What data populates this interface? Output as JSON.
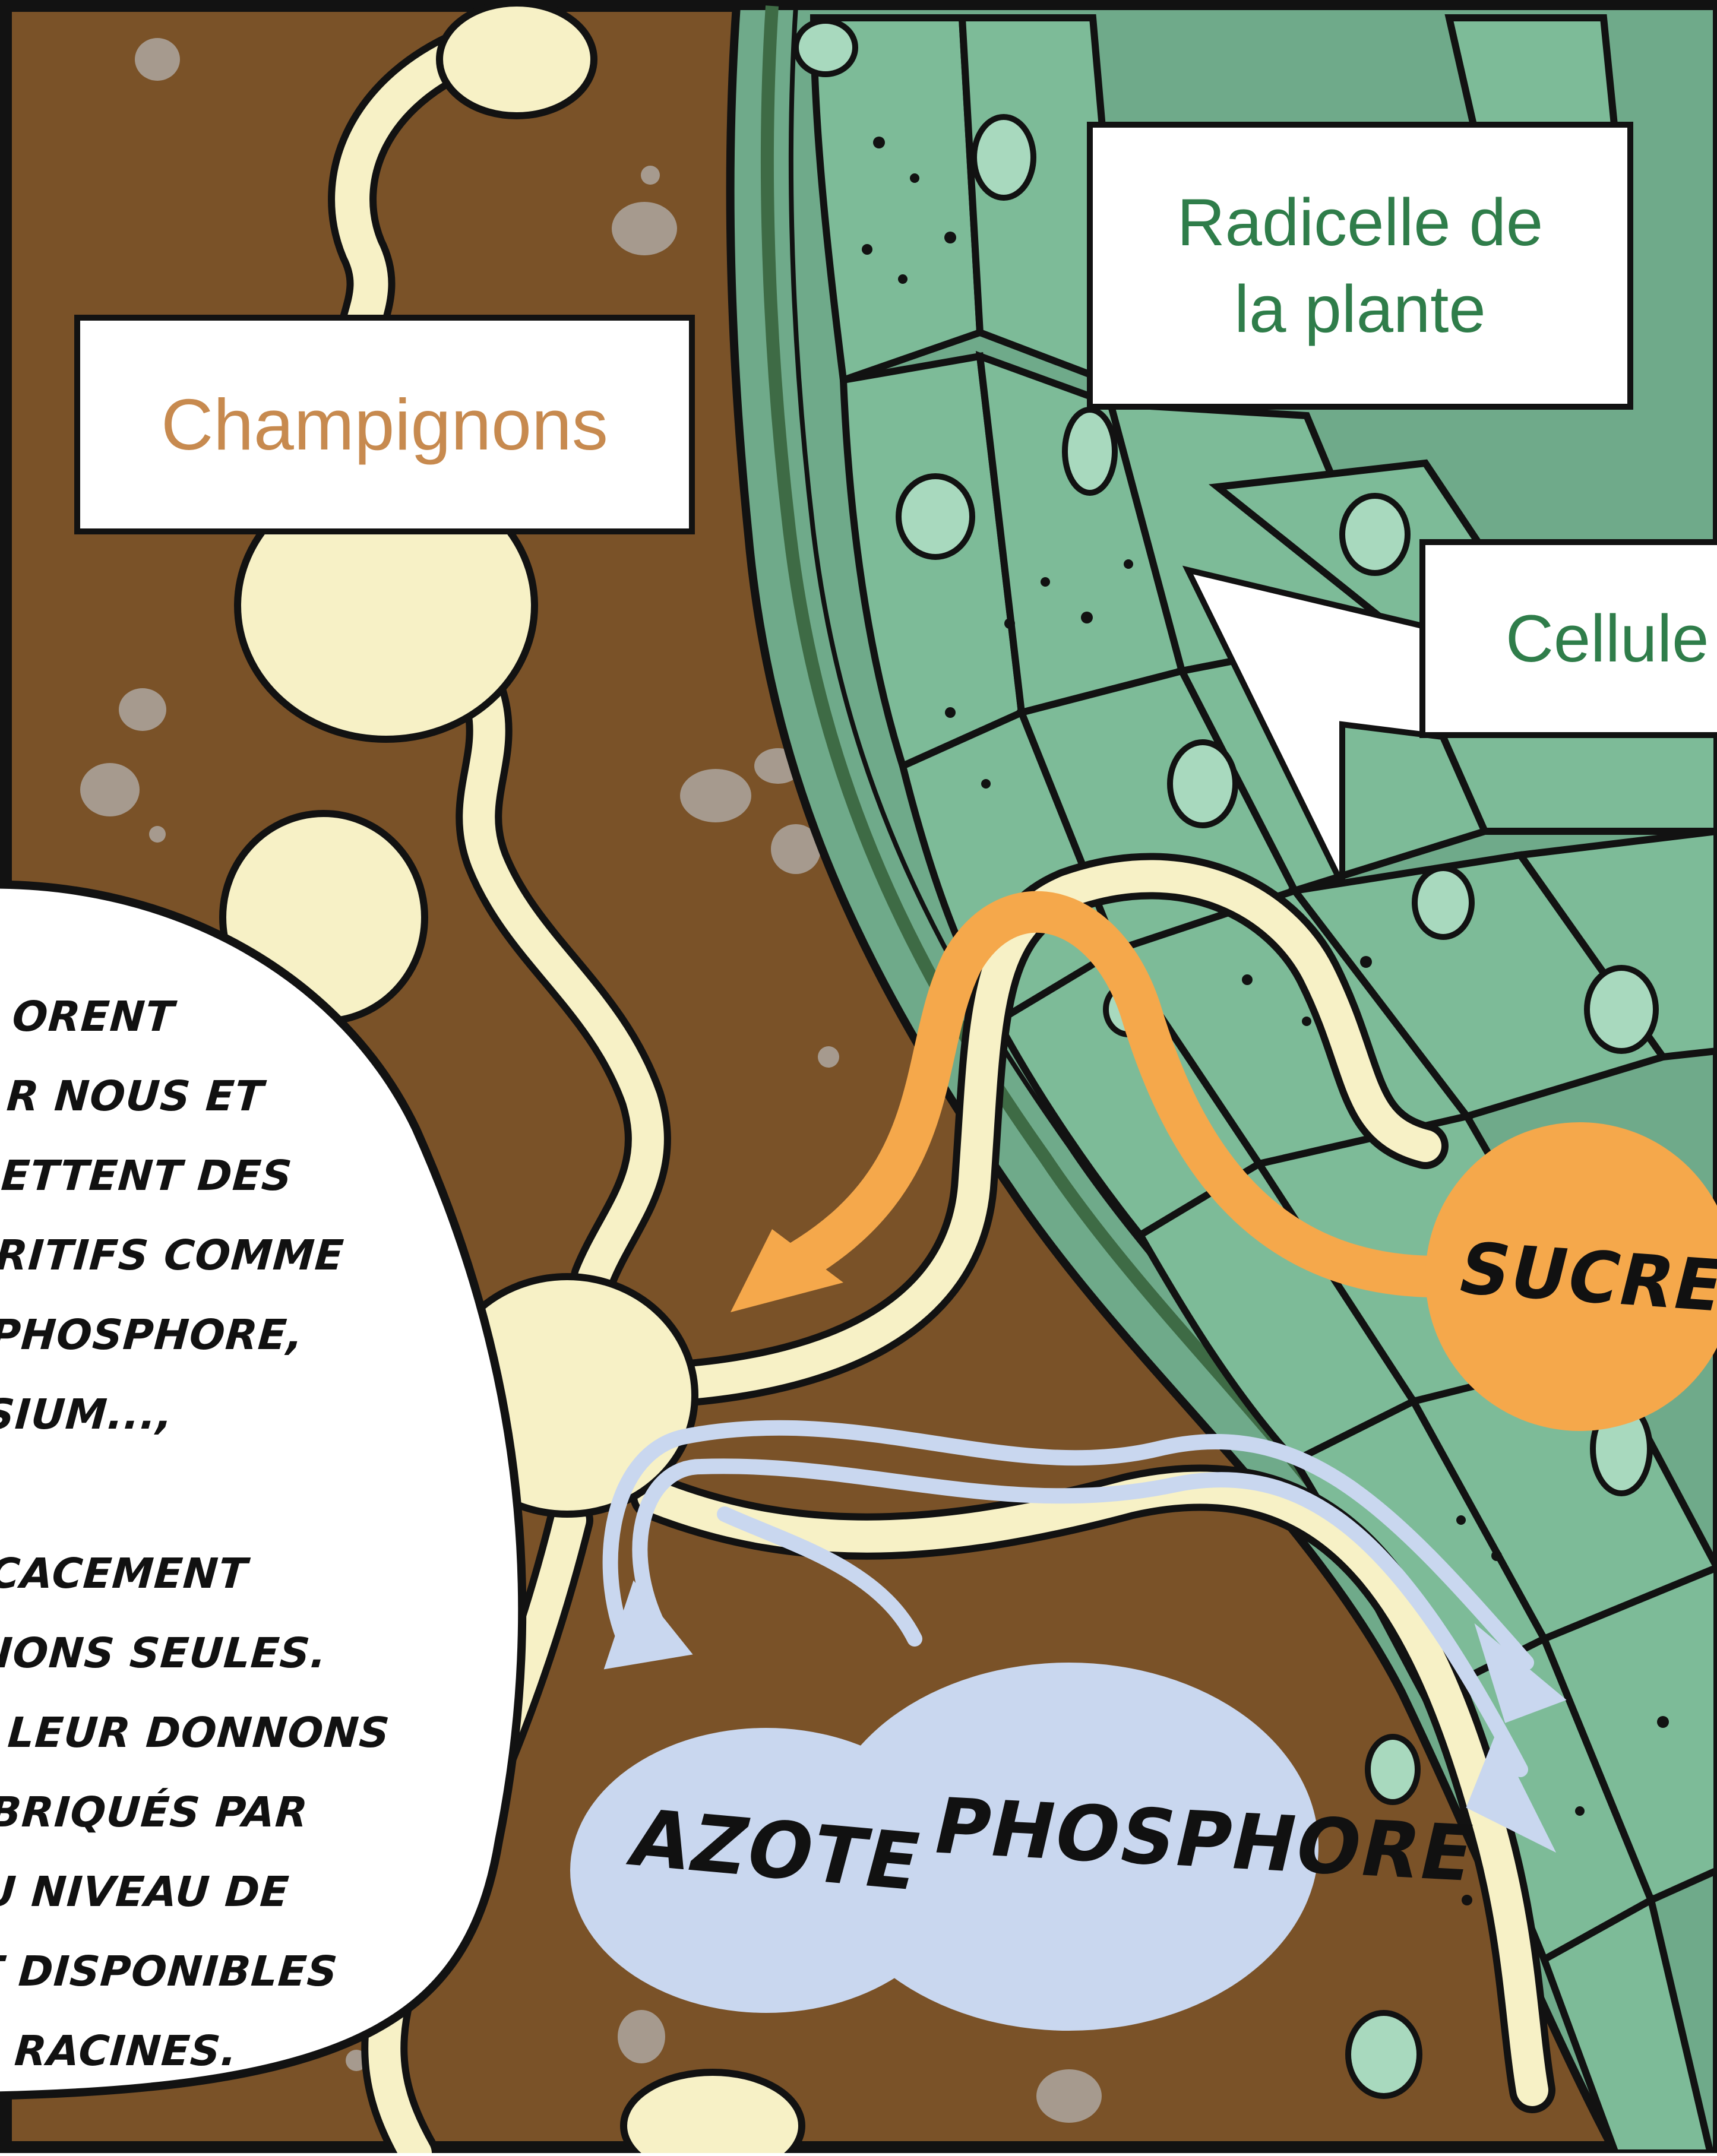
{
  "labels": {
    "fungi": "Champignons",
    "rootlet": "Radicelle de\nla plante",
    "cells": "Cellule",
    "sugars": "SUCRES",
    "nitrogen": "AZOTE",
    "phosphorus": "PHOSPHORE"
  },
  "speech_bubble": {
    "text": "ORENT\nR NOUS ET\nETTENT DES\nRITIFS COMME\nPHOSPHORE,\nSIUM...,\n\nICACEMENT\nTIONS SEULES.\nS LEUR DONNONS\nABRIQUÉS PAR\n AU NIVEAU DE\nET DISPONIBLES\nES RACINES."
  },
  "colors": {
    "soil": "#7a5228",
    "root_tissue": "#6faa8a",
    "cell_wall": "#3e6b45",
    "fungi": "#f7f1c6",
    "sugar_arrow": "#f5a84b",
    "nutrient_arrow": "#c9d7ef",
    "caption_fungi_text": "#c78a4f",
    "caption_root_text": "#2f7d4a"
  }
}
